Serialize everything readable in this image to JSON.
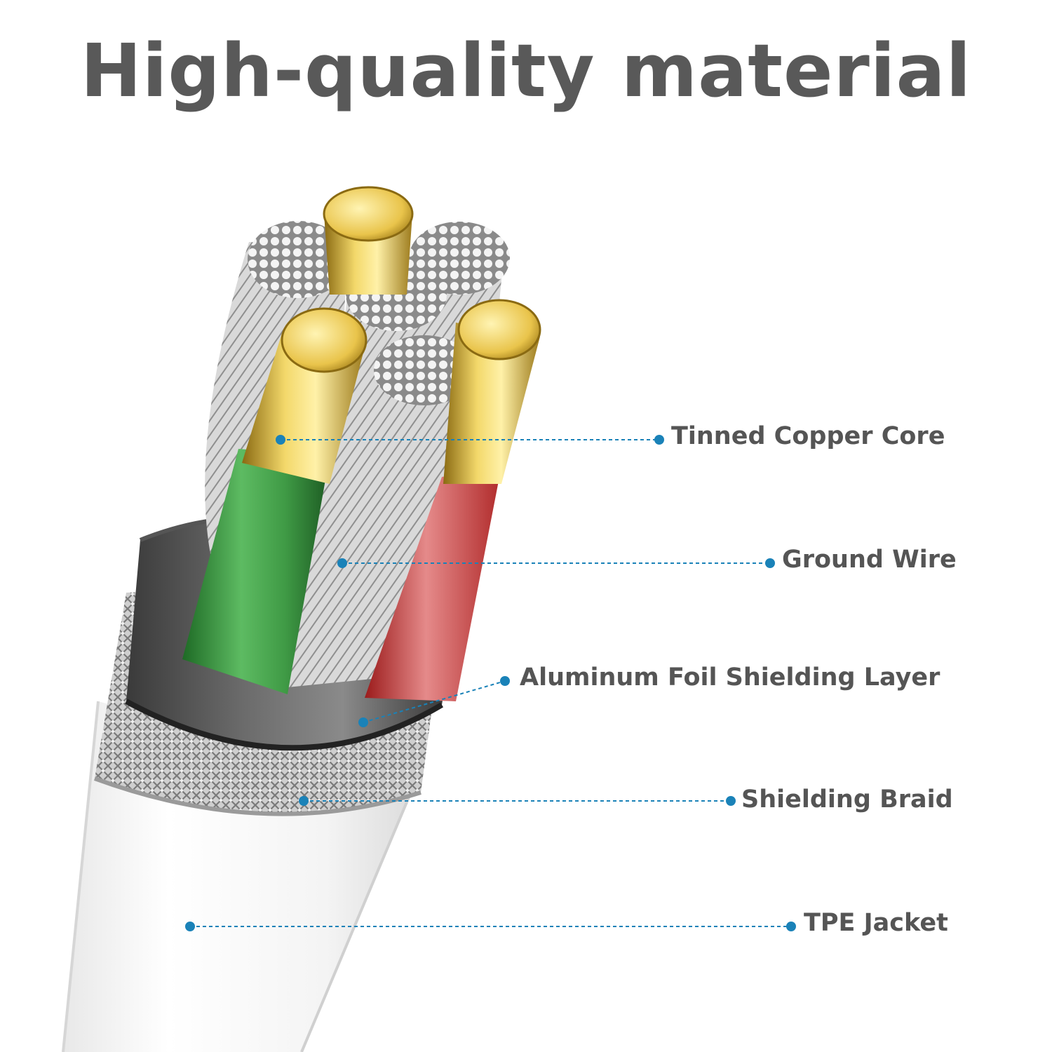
{
  "title": "High-quality material",
  "accent_color": "#1a82b8",
  "callouts": [
    {
      "label": "Tinned Copper Core"
    },
    {
      "label": "Ground Wire"
    },
    {
      "label": "Aluminum Foil Shielding Layer"
    },
    {
      "label": "Shielding Braid"
    },
    {
      "label": "TPE Jacket"
    }
  ]
}
